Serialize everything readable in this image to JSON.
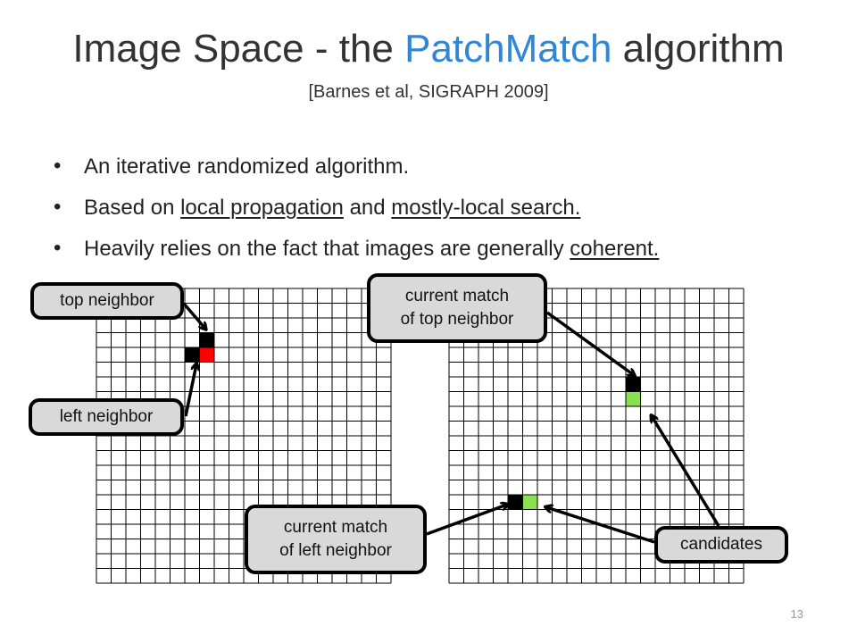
{
  "slide": {
    "title_part1": "Image Space - the ",
    "title_highlight": "PatchMatch",
    "title_part2": " algorithm",
    "subtitle": "[Barnes et al, SIGRAPH 2009]",
    "page_number": "13"
  },
  "bullets": [
    {
      "parts": [
        "An iterative randomized algorithm."
      ]
    },
    {
      "pre": "Based on ",
      "u1": "local propagation",
      "mid": " and ",
      "u2": "mostly-local search."
    },
    {
      "pre": "Heavily relies on the fact that images are generally ",
      "u1": "coherent."
    }
  ],
  "callouts": {
    "top_neighbor": "top neighbor",
    "left_neighbor": "left neighbor",
    "current_match_top_line1": "current  match",
    "current_match_top_line2": "of top neighbor",
    "current_match_left_line1": "current  match",
    "current_match_left_line2": "of left neighbor",
    "candidates": "candidates"
  },
  "colors": {
    "accent": "#2e86d6",
    "query_pixel": "#ff0000",
    "candidate_pixel": "#8be04e",
    "neighbor_pixel": "#000000"
  }
}
